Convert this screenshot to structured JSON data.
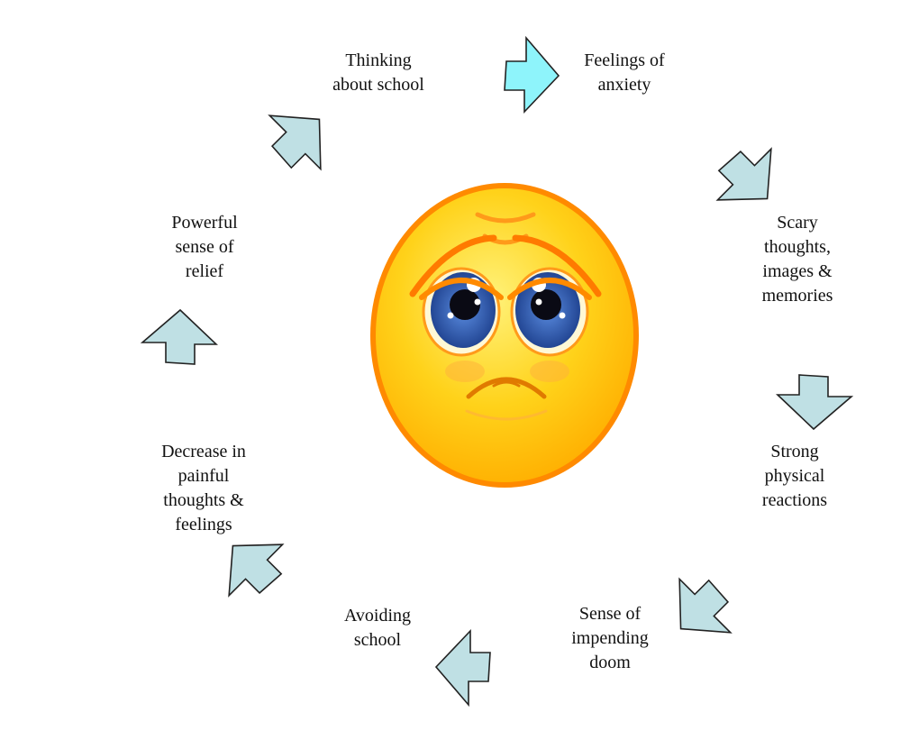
{
  "diagram": {
    "colors": {
      "arrow_fill": "#bfe0e4",
      "arrow_fill_highlight": "#8ef4fb",
      "arrow_stroke": "#222222",
      "face_fill": "#ffd21a",
      "face_rim": "#ff8a00",
      "iris": "#2f5fb8"
    },
    "center_icon": "sad-face-icon",
    "steps": [
      {
        "lines": [
          "Thinking",
          "about school"
        ]
      },
      {
        "lines": [
          "Feelings of",
          "anxiety"
        ]
      },
      {
        "lines": [
          "Scary",
          "thoughts,",
          "images &",
          "memories"
        ]
      },
      {
        "lines": [
          "Strong",
          "physical",
          "reactions"
        ]
      },
      {
        "lines": [
          "Sense of",
          "impending",
          "doom"
        ]
      },
      {
        "lines": [
          "Avoiding",
          "school"
        ]
      },
      {
        "lines": [
          "Decrease in",
          "painful",
          "thoughts &",
          "feelings"
        ]
      },
      {
        "lines": [
          "Powerful",
          "sense of",
          "relief"
        ]
      }
    ]
  }
}
